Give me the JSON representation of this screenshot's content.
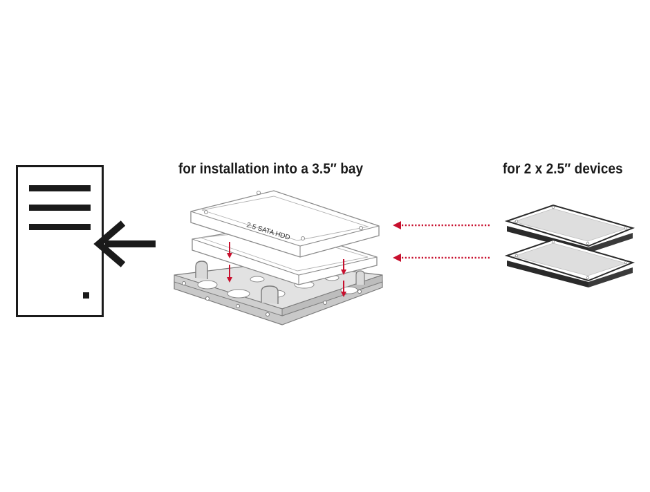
{
  "captions": {
    "installation": "for installation into a 3.5″ bay",
    "devices": "for 2 x 2.5″ devices"
  },
  "drive_label": "2.5 SATA HDD",
  "colors": {
    "arrow_red": "#c8102e",
    "line_dark": "#1a1a1a",
    "outline_gray": "#7a7a7a",
    "frame_fill": "#d4d4d4"
  },
  "icons": {
    "pc_tower": "pc-tower-icon",
    "insert_arrow": "arrow-left-icon"
  }
}
